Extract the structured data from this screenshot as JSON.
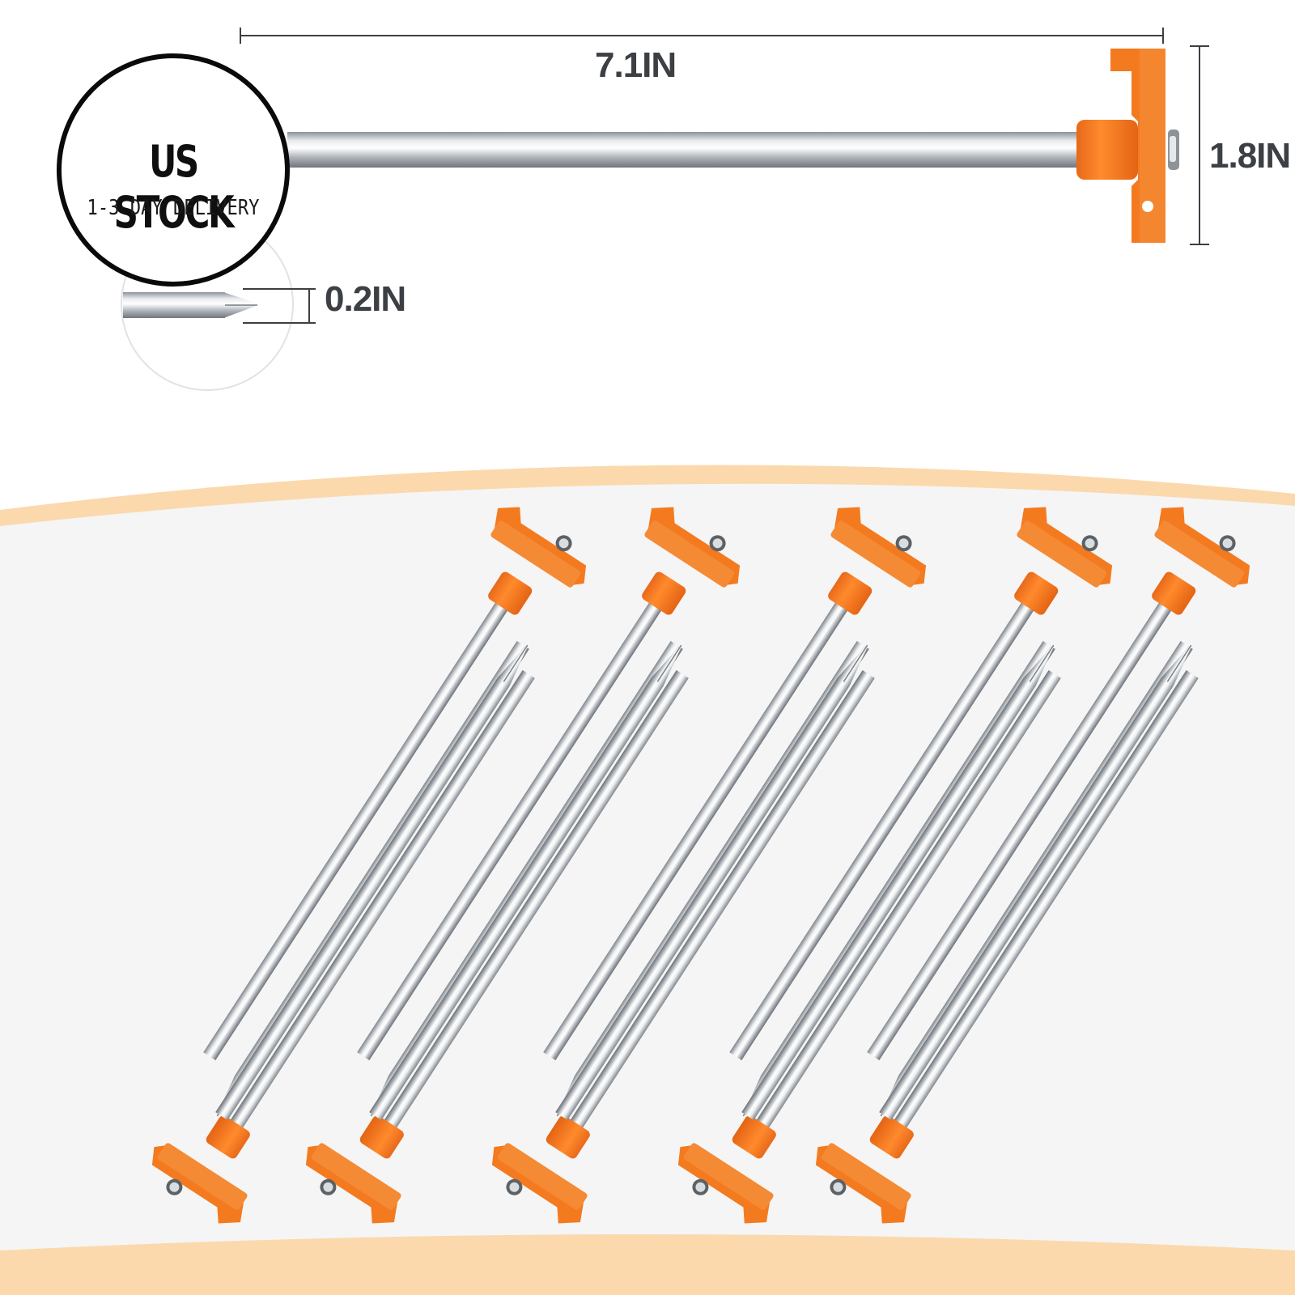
{
  "dimensions": {
    "length_label": "7.1IN",
    "height_label": "1.8IN",
    "diameter_label": "0.2IN"
  },
  "badge": {
    "title": "US STOCK",
    "subtitle": "1-3 DAY DELIVERY"
  },
  "product": {
    "name_hint": "tent stake",
    "stake_count_in_bundle": 10,
    "colors": {
      "head_orange": "#f47a20",
      "steel": "#b9bec4",
      "band_peach": "#fbd9ad",
      "tray_background": "#f5f5f5"
    }
  }
}
